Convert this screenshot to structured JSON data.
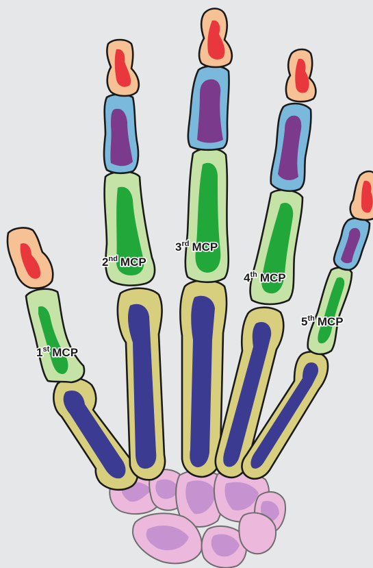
{
  "labels": {
    "mcp1": {
      "num": "1",
      "sup": "st",
      "text": "MCP"
    },
    "mcp2": {
      "num": "2",
      "sup": "nd",
      "text": "MCP"
    },
    "mcp3": {
      "num": "3",
      "sup": "rd",
      "text": "MCP"
    },
    "mcp4": {
      "num": "4",
      "sup": "th",
      "text": "MCP"
    },
    "mcp5": {
      "num": "5",
      "sup": "th",
      "text": "MCP"
    }
  },
  "colors": {
    "background": "#e6e7e8",
    "distal_phalanx": "#f5c195",
    "distal_marrow": "#e8383d",
    "middle_phalanx": "#7ab8dc",
    "middle_marrow": "#7b3a8c",
    "proximal_phalanx": "#c5e3a6",
    "proximal_marrow": "#22a83a",
    "metacarpal_cortex": "#d8cf7e",
    "metacarpal_marrow": "#3b3b92",
    "carpal": "#ecb8dc",
    "carpal_marrow": "#c692cf"
  }
}
